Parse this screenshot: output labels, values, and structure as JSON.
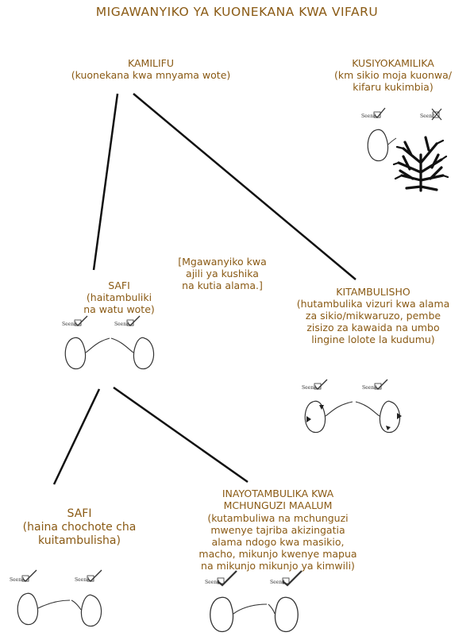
{
  "title": "MIGAWANYIKO YA KUONEKANA KWA VIFARU",
  "colors": {
    "text": "#8a5a14",
    "lines": "#111111"
  },
  "nodes": {
    "kamilifu": {
      "label": "KAMILIFU",
      "desc": "(kuonekana kwa mnyama wote)"
    },
    "kusiyokamilika": {
      "label": "KUSIYOKAMILIKA",
      "desc_1": "(km sikio moja kuonwa/",
      "desc_2": "kifaru kukimbia)"
    },
    "note": {
      "line_1": "[Mgawanyiko kwa",
      "line_2": "ajili ya kushika",
      "line_3": "na kutia alama.]"
    },
    "safi_top": {
      "label": "SAFI",
      "desc_1": "(haitambuliki",
      "desc_2": "na watu wote)"
    },
    "kitambulisho": {
      "label": "KITAMBULISHO",
      "desc_1": "(hutambulika vizuri kwa alama",
      "desc_2": "za sikio/mikwaruzo, pembe",
      "desc_3": "zisizo za kawaida na umbo",
      "desc_4": "lingine lolote la kudumu)"
    },
    "safi_bottom": {
      "label": "SAFI",
      "desc_1": "(haina chochote cha",
      "desc_2": "kuitambulisha)"
    },
    "inayotambulika": {
      "label_1": "INAYOTAMBULIKA KWA",
      "label_2": "MCHUNGUZI MAALUM",
      "desc_1": "(kutambuliwa na mchunguzi",
      "desc_2": "mwenye tajriba akizingatia",
      "desc_3": "alama ndogo kwa masikio,",
      "desc_4": "macho, mikunjo kwenye mapua",
      "desc_5": "na mikunjo mikunjo ya kimwili)"
    }
  },
  "sketch_label": "Seen?"
}
